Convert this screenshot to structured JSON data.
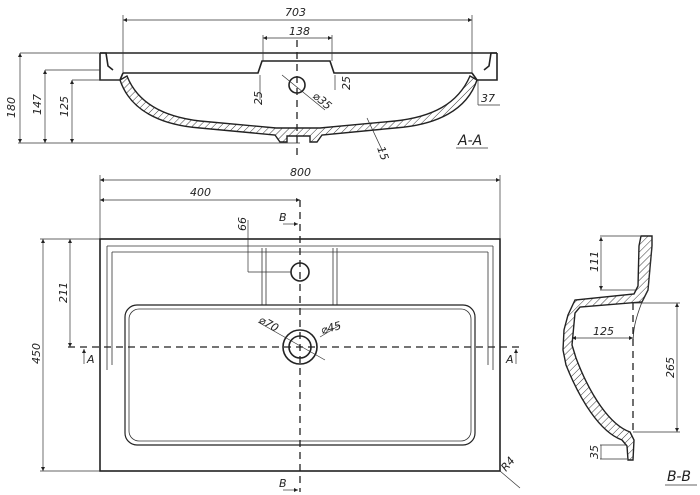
{
  "section_aa": {
    "title": "A-A",
    "dims": {
      "overall_width": "703",
      "tap_deck": "138",
      "tap_offset_left": "25",
      "tap_offset_right": "25",
      "tap_hole": "⌀35",
      "height_total": "180",
      "height_inner": "147",
      "height_basin": "125",
      "rim": "37",
      "wall": "15"
    }
  },
  "plan": {
    "dims": {
      "width": "800",
      "half_width": "400",
      "depth": "450",
      "drain_offset": "211",
      "tap_offset": "66",
      "drain_outer": "⌀70",
      "drain_inner": "⌀45",
      "corner_radius": "R4"
    },
    "section_marks": {
      "a_left": "A",
      "a_right": "A",
      "b_top": "B",
      "b_bottom": "B"
    }
  },
  "section_bb": {
    "title": "B-B",
    "dims": {
      "back_height": "111",
      "basin_depth": "125",
      "height": "265",
      "front": "35"
    }
  }
}
